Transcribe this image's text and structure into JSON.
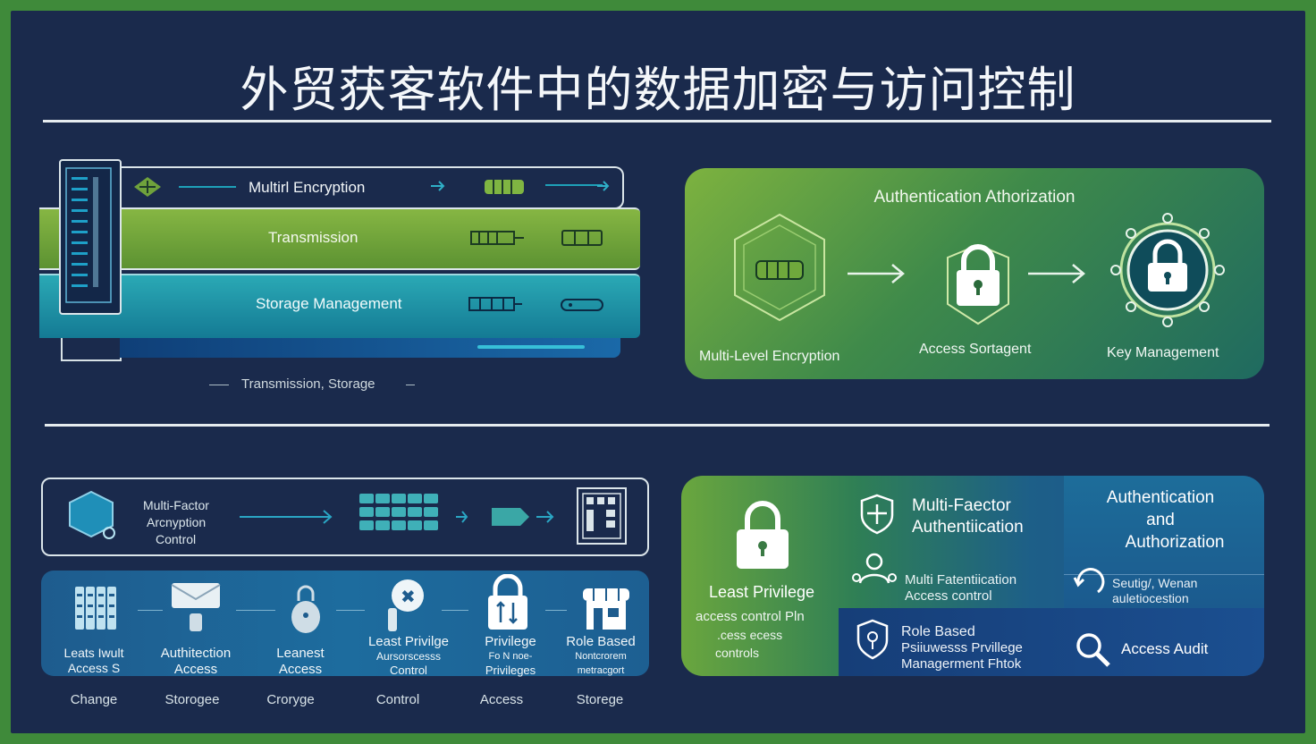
{
  "title": "外贸获客软件中的数据加密与访问控制",
  "encryption_panel": {
    "row1_label": "Multirl Encryption",
    "row2_label": "Transmission",
    "row3_label": "Storage Management",
    "caption": "Transmission, Storage"
  },
  "auth_panel": {
    "title": "Authentication Athorization",
    "steps": [
      "Multi-Level Encryption",
      "Access Sortagent",
      "Key Management"
    ]
  },
  "mfa_panel": {
    "label_line1": "Multi-Factor",
    "label_line2": "Arcnyption",
    "label_line3": "Control"
  },
  "access_panel": {
    "items": [
      {
        "label1": "Leats Iwult",
        "label2": "Access S",
        "caption": "Change"
      },
      {
        "label1": "Authitection",
        "label2": "Access",
        "caption": "Storogee"
      },
      {
        "label1": "Leanest",
        "label2": "Access",
        "caption": "Croryge"
      },
      {
        "label1": "Least Privilge",
        "label2": "Aursorscesss",
        "label3": "Control",
        "caption": "Control"
      },
      {
        "label1": "Privilege",
        "label2": "Fo N noe-",
        "label3": "Privileges",
        "caption": "Access"
      },
      {
        "label1": "Role Based",
        "label2": "Nontcrorem",
        "label3": "metracgort",
        "caption": "Storege"
      }
    ]
  },
  "policy_panel": {
    "least_privilege_title": "Least Privilege",
    "least_privilege_desc1": "access control Pln",
    "least_privilege_desc2": ".cess ecess",
    "least_privilege_desc3": "controls",
    "mfa_title1": "Multi-Faector",
    "mfa_title2": "Authentiication",
    "mfa_desc1": "Multi Fatentiication",
    "mfa_desc2": "Access control",
    "auth_title1": "Authentication",
    "auth_title2": "and",
    "auth_title3": "Authorization",
    "auth_desc1": "Seutig/, Wenan",
    "auth_desc2": "auletiocestion",
    "rbac_title": "Role Based",
    "rbac_desc1": "Psiiuwesss Prvillege",
    "rbac_desc2": "Managerment Fhtok",
    "audit_title": "Access Audit"
  },
  "colors": {
    "background": "#1a2a4c",
    "green": "#7fae3c",
    "teal": "#1c8fa0",
    "line": "#e6ecef"
  }
}
